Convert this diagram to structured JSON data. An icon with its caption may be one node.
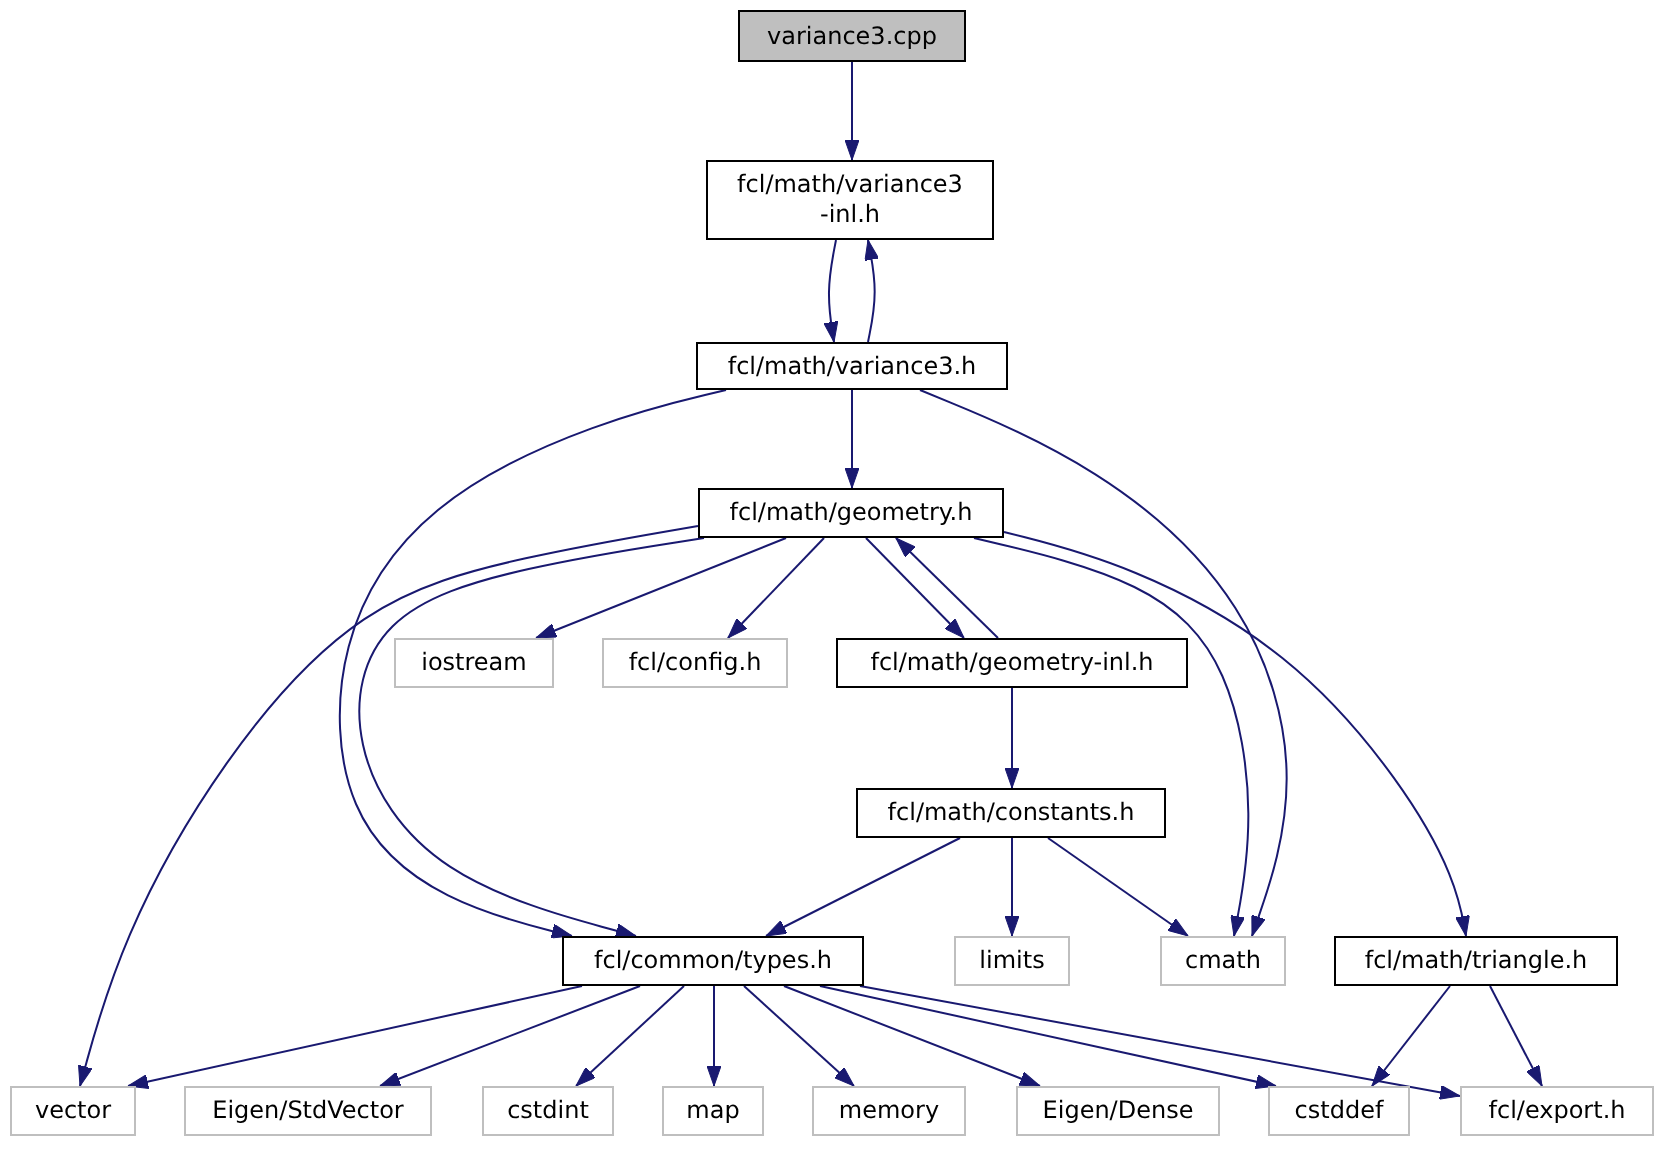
{
  "diagram": {
    "nodes": [
      {
        "text": [
          "variance3.cpp"
        ]
      },
      {
        "text": [
          "fcl/math/variance3 -inl.h"
        ]
      },
      {
        "text": [
          "fcl/math/variance3.h"
        ]
      },
      {
        "text": [
          "fcl/math/geometry.h"
        ]
      },
      {
        "text": [
          "iostream"
        ]
      },
      {
        "text": [
          "fcl/config.h"
        ]
      },
      {
        "text": [
          "fcl/math/geometry-inl.h"
        ]
      },
      {
        "text": [
          "fcl/math/constants.h"
        ]
      },
      {
        "text": [
          "fcl/common/types.h"
        ]
      },
      {
        "text": [
          "limits"
        ]
      },
      {
        "text": [
          "cmath"
        ]
      },
      {
        "text": [
          "fcl/math/triangle.h"
        ]
      },
      {
        "text": [
          "vector"
        ]
      },
      {
        "text": [
          "Eigen/StdVector"
        ]
      },
      {
        "text": [
          "cstdint"
        ]
      },
      {
        "text": [
          "map"
        ]
      },
      {
        "text": [
          "memory"
        ]
      },
      {
        "text": [
          "Eigen/Dense"
        ]
      },
      {
        "text": [
          "cstddef"
        ]
      },
      {
        "text": [
          "fcl/export.h"
        ]
      }
    ],
    "edges": [
      {
        "from": 0,
        "to": 1,
        "arrow": "to"
      },
      {
        "from": 1,
        "to": 2,
        "arrow": "to"
      },
      {
        "from": 2,
        "to": 1,
        "arrow": "to"
      },
      {
        "from": 2,
        "to": 3,
        "arrow": "to"
      },
      {
        "from": 2,
        "to": 8,
        "arrow": "to"
      },
      {
        "from": 2,
        "to": 10,
        "arrow": "to"
      },
      {
        "from": 3,
        "to": 12,
        "arrow": "to"
      },
      {
        "from": 3,
        "to": 4,
        "arrow": "to"
      },
      {
        "from": 3,
        "to": 5,
        "arrow": "to"
      },
      {
        "from": 3,
        "to": 6,
        "arrow": "to"
      },
      {
        "from": 3,
        "to": 8,
        "arrow": "to"
      },
      {
        "from": 3,
        "to": 10,
        "arrow": "to"
      },
      {
        "from": 3,
        "to": 11,
        "arrow": "to"
      },
      {
        "from": 6,
        "to": 3,
        "arrow": "to"
      },
      {
        "from": 6,
        "to": 7,
        "arrow": "to"
      },
      {
        "from": 7,
        "to": 8,
        "arrow": "to"
      },
      {
        "from": 7,
        "to": 9,
        "arrow": "to"
      },
      {
        "from": 7,
        "to": 10,
        "arrow": "to"
      },
      {
        "from": 8,
        "to": 12,
        "arrow": "to"
      },
      {
        "from": 8,
        "to": 13,
        "arrow": "to"
      },
      {
        "from": 8,
        "to": 14,
        "arrow": "to"
      },
      {
        "from": 8,
        "to": 15,
        "arrow": "to"
      },
      {
        "from": 8,
        "to": 16,
        "arrow": "to"
      },
      {
        "from": 8,
        "to": 17,
        "arrow": "to"
      },
      {
        "from": 8,
        "to": 18,
        "arrow": "to"
      },
      {
        "from": 8,
        "to": 19,
        "arrow": "to"
      },
      {
        "from": 11,
        "to": 18,
        "arrow": "to"
      },
      {
        "from": 11,
        "to": 19,
        "arrow": "to"
      }
    ]
  }
}
